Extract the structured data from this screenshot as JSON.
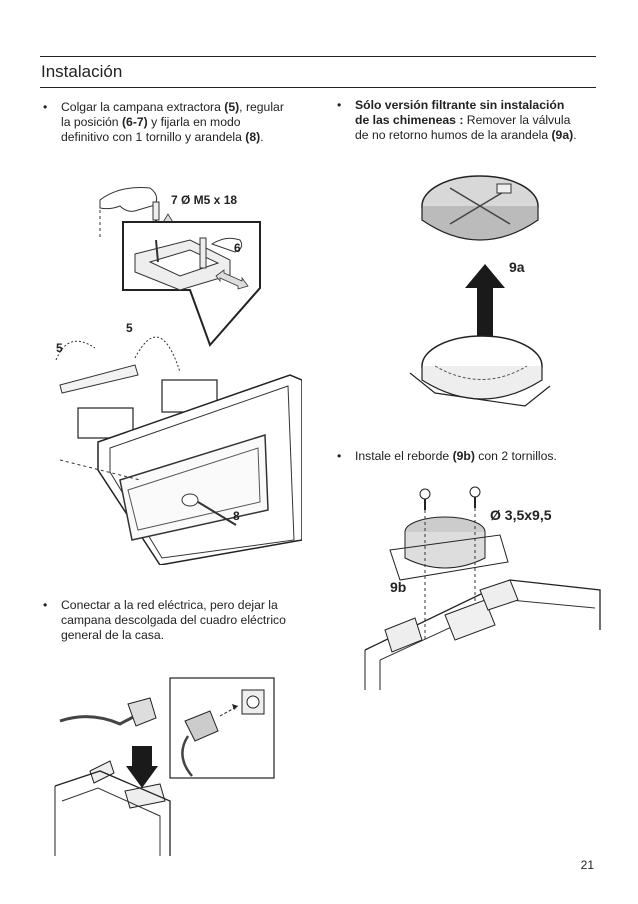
{
  "header": {
    "title": "Instalación"
  },
  "bullets": {
    "hang": {
      "line1_pre": "Colgar la campana extractora ",
      "line1_b": "(5)",
      "line1_post": ", regular",
      "line2_pre": "la posición ",
      "line2_b": "(6-7)",
      "line2_post": " y fijarla en modo",
      "line3_pre": "definitivo con 1 tornillo y arandela ",
      "line3_b": "(8)",
      "line3_post": "."
    },
    "filter": {
      "line1_b": "Sólo versión filtrante sin  instalación",
      "line2_b": "de las chimeneas :",
      "line2_post": " Remover  la  válvula",
      "line3_pre": "de no retorno humos  de la arandela ",
      "line3_b": "(9a)",
      "line3_post": "."
    },
    "flange": {
      "line1_pre": "Instale el reborde ",
      "line1_b": "(9b)",
      "line1_post": " con 2 tornillos."
    },
    "power": {
      "line1": "Conectar a la red eléctrica, pero dejar la",
      "line2": "campana descolgada del cuadro eléctrico",
      "line3": "general de la casa."
    }
  },
  "figures": {
    "hang": {
      "screw_label": "7  Ø M5 x 18",
      "num6": "6",
      "num5a": "5",
      "num5b": "5",
      "num8": "8"
    },
    "valve": {
      "label": "9a"
    },
    "flange": {
      "label": "9b",
      "screw_spec": "Ø 3,5x9,5"
    }
  },
  "footer": {
    "page_number": "21"
  }
}
